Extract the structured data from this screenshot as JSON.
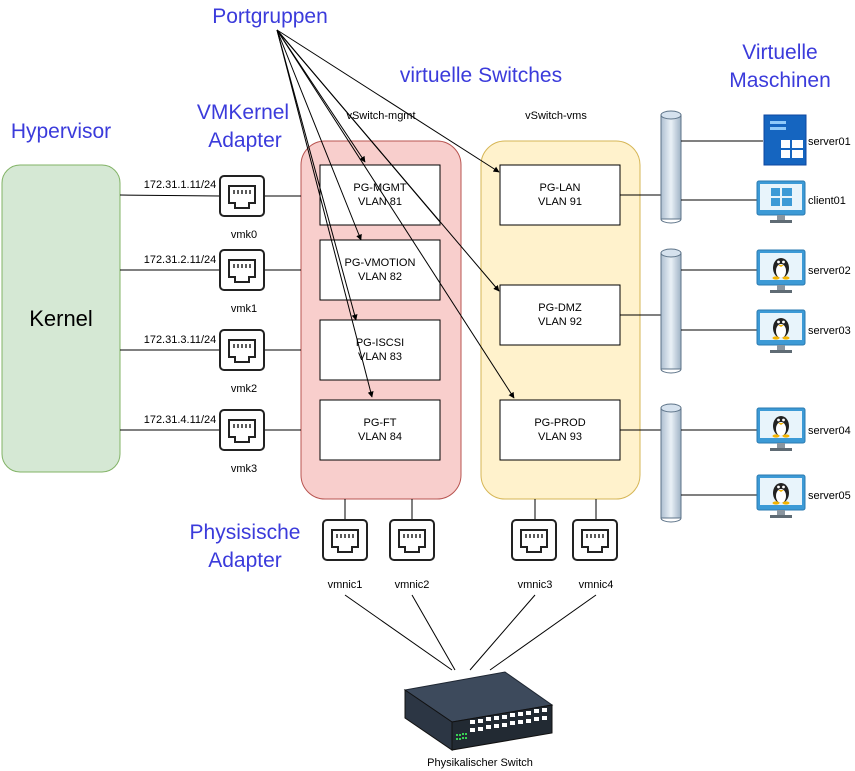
{
  "headings": {
    "portgruppen": "Portgruppen",
    "vswitches": "virtuelle Switches",
    "vms_line1": "Virtuelle",
    "vms_line2": "Maschinen",
    "hypervisor": "Hypervisor",
    "vmk_line1": "VMKernel",
    "vmk_line2": "Adapter",
    "phys_line1": "Physisische",
    "phys_line2": "Adapter"
  },
  "kernel": {
    "label": "Kernel"
  },
  "vswitches": [
    {
      "name": "vSwitch-mgmt"
    },
    {
      "name": "vSwitch-vms"
    }
  ],
  "portgroups_mgmt": [
    {
      "name": "PG-MGMT",
      "vlan": "VLAN 81"
    },
    {
      "name": "PG-VMOTION",
      "vlan": "VLAN 82"
    },
    {
      "name": "PG-ISCSI",
      "vlan": "VLAN 83"
    },
    {
      "name": "PG-FT",
      "vlan": "VLAN 84"
    }
  ],
  "portgroups_vms": [
    {
      "name": "PG-LAN",
      "vlan": "VLAN 91"
    },
    {
      "name": "PG-DMZ",
      "vlan": "VLAN 92"
    },
    {
      "name": "PG-PROD",
      "vlan": "VLAN 93"
    }
  ],
  "vmk_adapters": [
    {
      "name": "vmk0",
      "ip": "172.31.1.11/24"
    },
    {
      "name": "vmk1",
      "ip": "172.31.2.11/24"
    },
    {
      "name": "vmk2",
      "ip": "172.31.3.11/24"
    },
    {
      "name": "vmk3",
      "ip": "172.31.4.11/24"
    }
  ],
  "vmnics": [
    {
      "name": "vmnic1"
    },
    {
      "name": "vmnic2"
    },
    {
      "name": "vmnic3"
    },
    {
      "name": "vmnic4"
    }
  ],
  "vms": [
    {
      "name": "server01",
      "icon": "windows-server-icon"
    },
    {
      "name": "client01",
      "icon": "windows-client-icon"
    },
    {
      "name": "server02",
      "icon": "linux-vm-icon"
    },
    {
      "name": "server03",
      "icon": "linux-vm-icon"
    },
    {
      "name": "server04",
      "icon": "linux-vm-icon"
    },
    {
      "name": "server05",
      "icon": "linux-vm-icon"
    }
  ],
  "physical_switch": {
    "label": "Physikalischer Switch"
  },
  "colors": {
    "heading": "#3b3bdb",
    "kernel_fill": "#d5e8d4",
    "kernel_stroke": "#82b366",
    "vswitch_mgmt_fill": "#f8cecc",
    "vswitch_mgmt_stroke": "#b85450",
    "vswitch_vms_fill": "#fff2cc",
    "vswitch_vms_stroke": "#d6b656"
  }
}
